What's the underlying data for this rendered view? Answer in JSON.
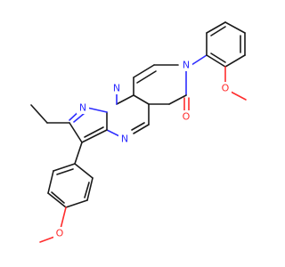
{
  "molecule": {
    "atoms": {
      "n_pyrazole": "N",
      "n_bridge": "N",
      "n_pyrimidine": "N",
      "n_pyridinone": "N",
      "o_carbonyl": "O",
      "o_methoxy_top": "O",
      "o_methoxy_bottom": "O"
    }
  },
  "colors": {
    "carbon_bond": "#1a1a1a",
    "nitrogen": "#2d2dff",
    "oxygen": "#ff2d2d"
  }
}
